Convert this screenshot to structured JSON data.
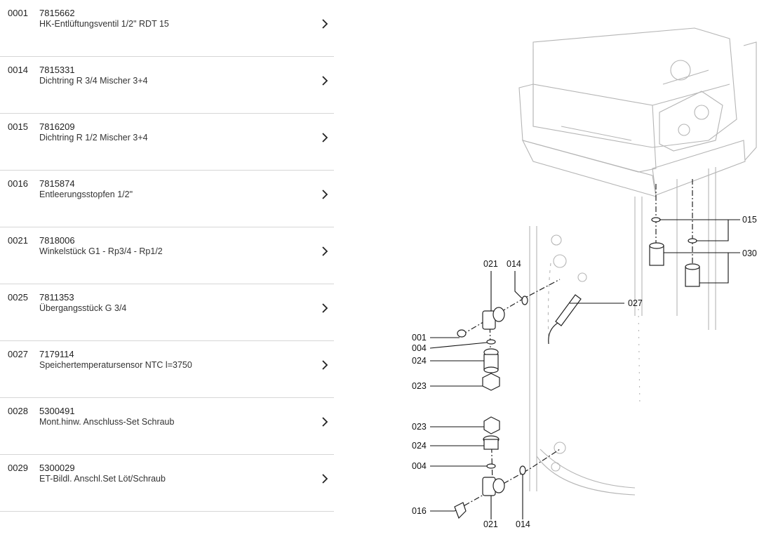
{
  "parts": [
    {
      "pos": "0001",
      "number": "7815662",
      "description": "HK-Entlüftungsventil 1/2\" RDT 15"
    },
    {
      "pos": "0014",
      "number": "7815331",
      "description": "Dichtring R 3/4 Mischer 3+4"
    },
    {
      "pos": "0015",
      "number": "7816209",
      "description": "Dichtring R 1/2 Mischer 3+4"
    },
    {
      "pos": "0016",
      "number": "7815874",
      "description": "Entleerungsstopfen 1/2\""
    },
    {
      "pos": "0021",
      "number": "7818006",
      "description": "Winkelstück G1 - Rp3/4 - Rp1/2"
    },
    {
      "pos": "0025",
      "number": "7811353",
      "description": "Übergangsstück G 3/4"
    },
    {
      "pos": "0027",
      "number": "7179114",
      "description": "Speichertemperatursensor NTC l=3750"
    },
    {
      "pos": "0028",
      "number": "5300491",
      "description": "Mont.hinw. Anschluss-Set Schraub"
    },
    {
      "pos": "0029",
      "number": "5300029",
      "description": "ET-Bildl. Anschl.Set Löt/Schraub"
    }
  ],
  "diagram": {
    "callouts": {
      "c015": "015",
      "c030": "030",
      "c027": "027",
      "c021_top": "021",
      "c014_top": "014",
      "c001": "001",
      "c004_top": "004",
      "c024_top": "024",
      "c023_top": "023",
      "c023_bot": "023",
      "c024_bot": "024",
      "c004_bot": "004",
      "c016": "016",
      "c021_bot": "021",
      "c014_bot": "014"
    }
  }
}
